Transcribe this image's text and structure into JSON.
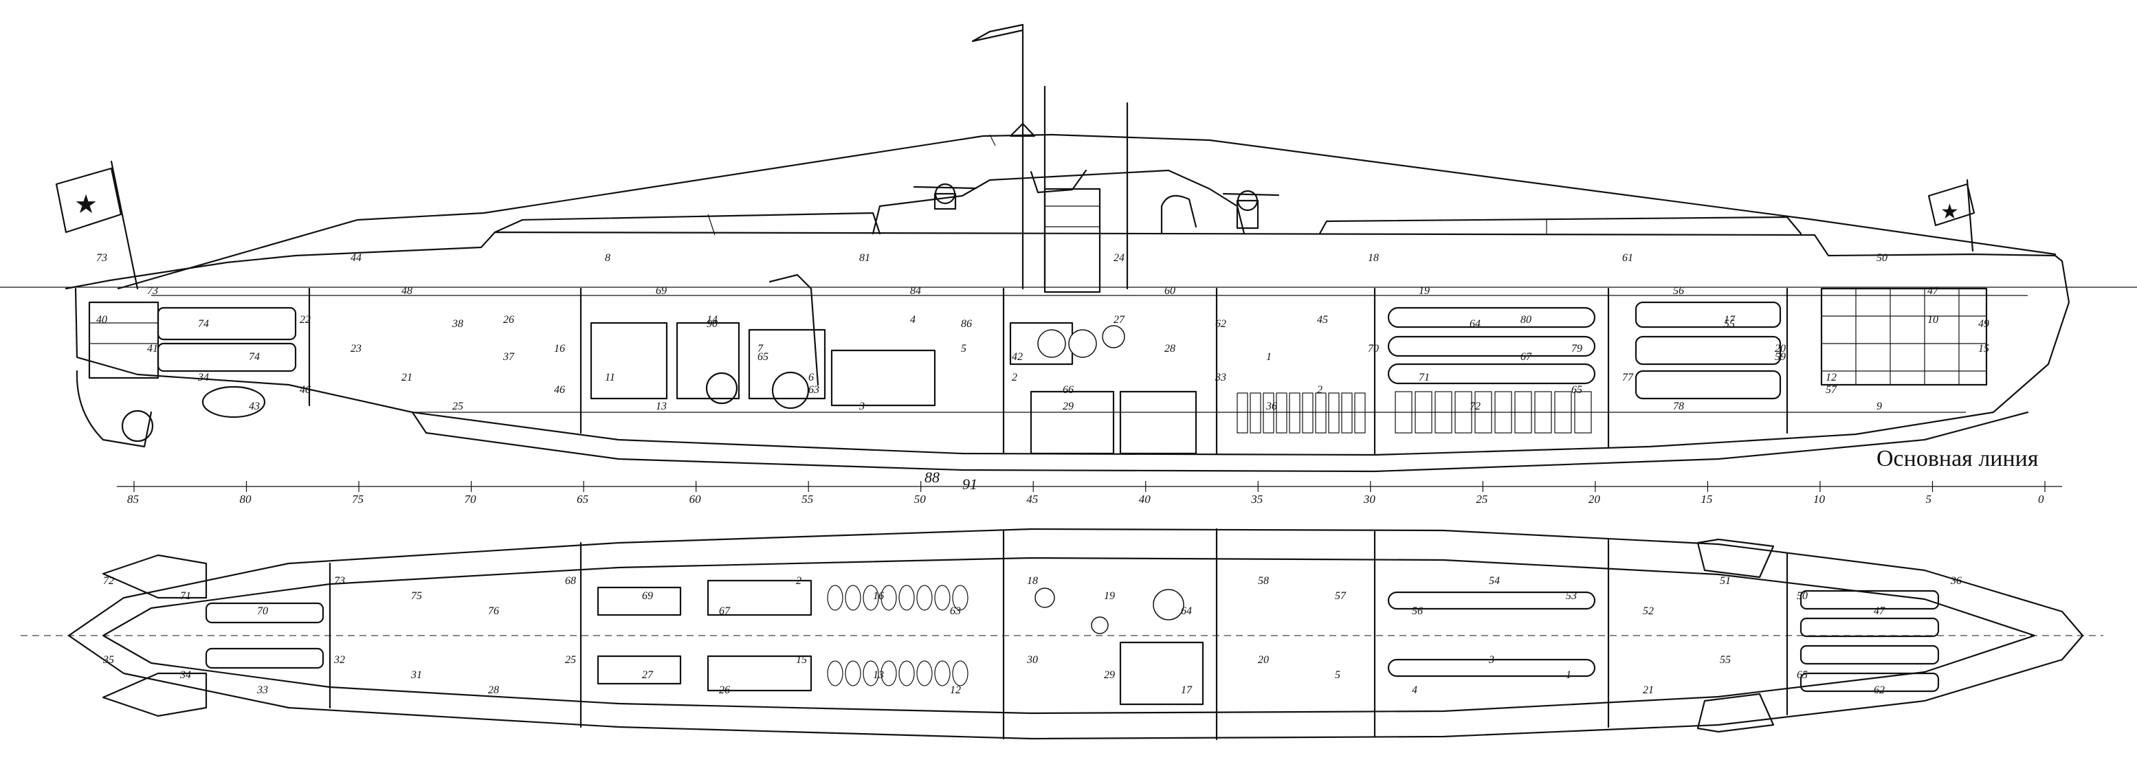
{
  "baseline_label": "Основная линия",
  "flag_symbols": [
    "★",
    "★"
  ],
  "frame_scale": [
    "85",
    "80",
    "75",
    "70",
    "65",
    "60",
    "55",
    "50",
    "45",
    "40",
    "35",
    "30",
    "25",
    "20",
    "15",
    "10",
    "5",
    "0"
  ],
  "extra_scale_marks": [
    "88",
    "91"
  ],
  "side_view_callouts": [
    "73",
    "73",
    "74",
    "74",
    "46",
    "44",
    "48",
    "38",
    "37",
    "46",
    "8",
    "69",
    "90",
    "65",
    "63",
    "81",
    "84",
    "86",
    "42",
    "66",
    "24",
    "60",
    "62",
    "1",
    "2",
    "18",
    "19",
    "64",
    "67",
    "65",
    "61",
    "56",
    "55",
    "59",
    "57",
    "50",
    "47",
    "49",
    "40",
    "41",
    "34",
    "43",
    "22",
    "23",
    "21",
    "25",
    "26",
    "16",
    "11",
    "13",
    "14",
    "7",
    "6",
    "3",
    "4",
    "5",
    "2",
    "29",
    "27",
    "28",
    "33",
    "36",
    "45",
    "70",
    "71",
    "72",
    "80",
    "79",
    "77",
    "78",
    "17",
    "20",
    "12",
    "9",
    "10",
    "15"
  ],
  "plan_view_callouts": [
    "72",
    "71",
    "70",
    "73",
    "75",
    "76",
    "68",
    "69",
    "67",
    "2",
    "16",
    "63",
    "18",
    "19",
    "64",
    "58",
    "57",
    "56",
    "54",
    "53",
    "52",
    "51",
    "50",
    "47",
    "36",
    "35",
    "34",
    "33",
    "32",
    "31",
    "28",
    "25",
    "27",
    "26",
    "15",
    "13",
    "12",
    "30",
    "29",
    "17",
    "20",
    "5",
    "4",
    "3",
    "1",
    "21",
    "55",
    "65",
    "62"
  ],
  "colors": {
    "ink": "#111111",
    "paper": "#ffffff"
  }
}
